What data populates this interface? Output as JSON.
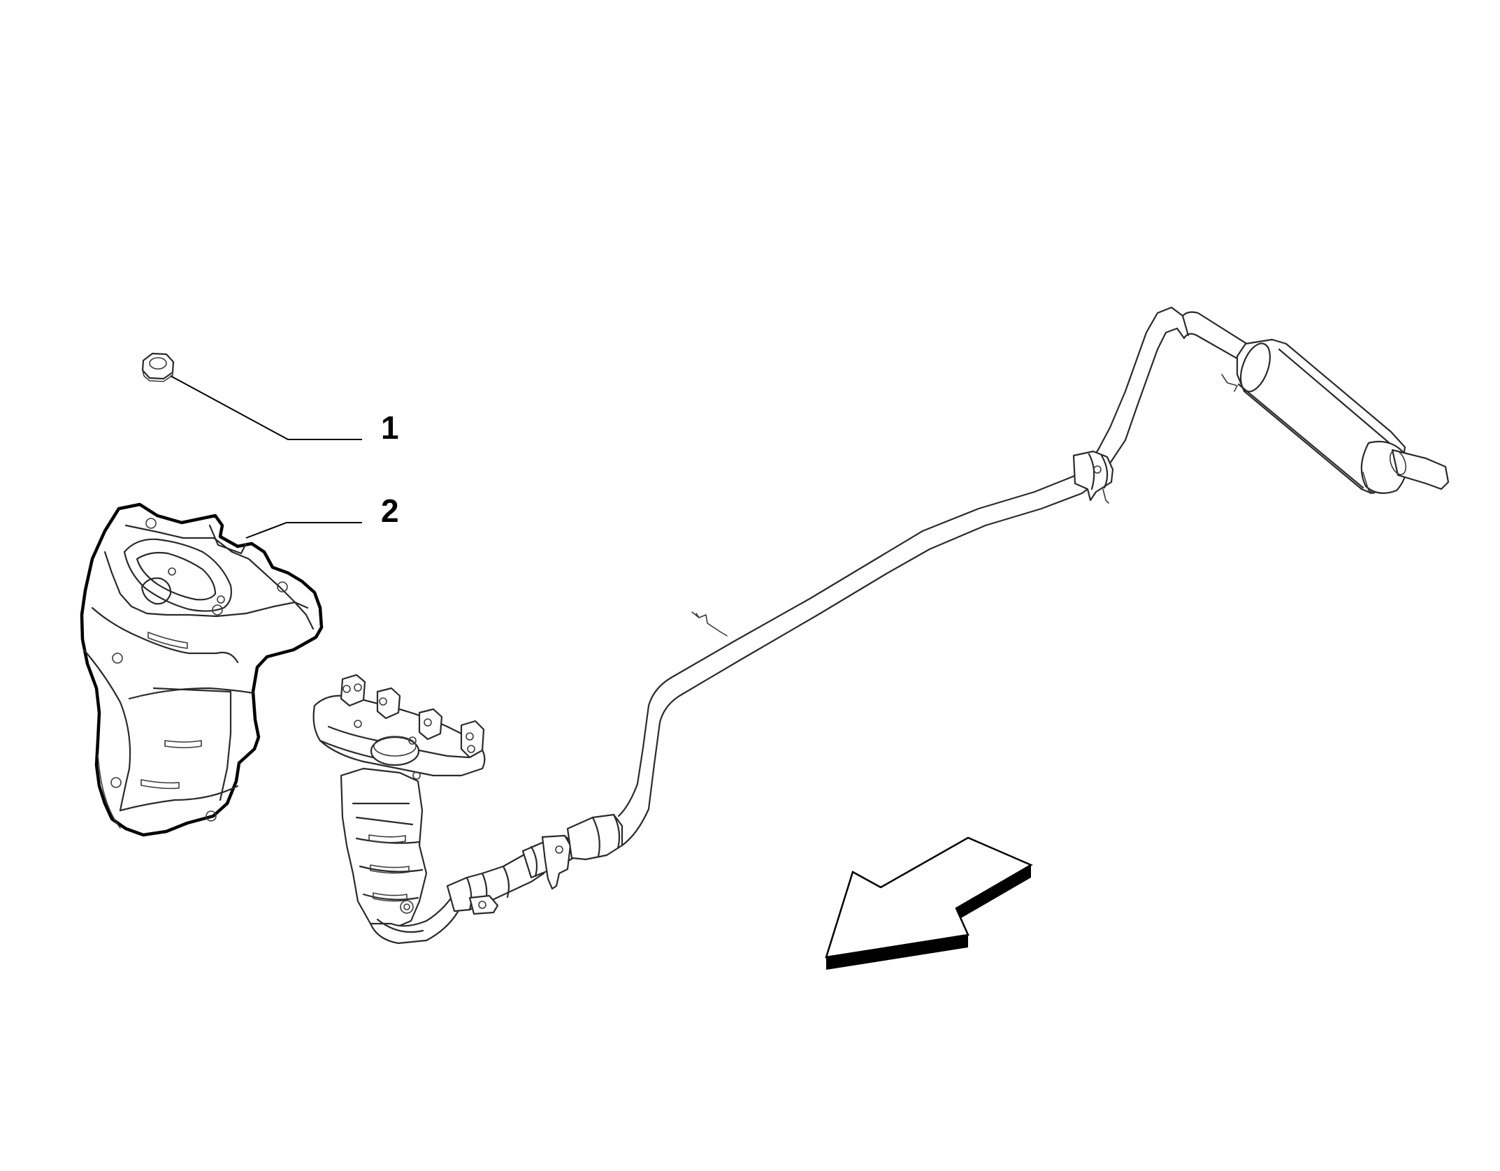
{
  "callouts": [
    {
      "number": "1",
      "part": "nut"
    },
    {
      "number": "2",
      "part": "exhaust-manifold-heat-shield"
    }
  ],
  "colors": {
    "line": "#2a2a2a",
    "background": "#ffffff",
    "callout_text": "#000000"
  }
}
